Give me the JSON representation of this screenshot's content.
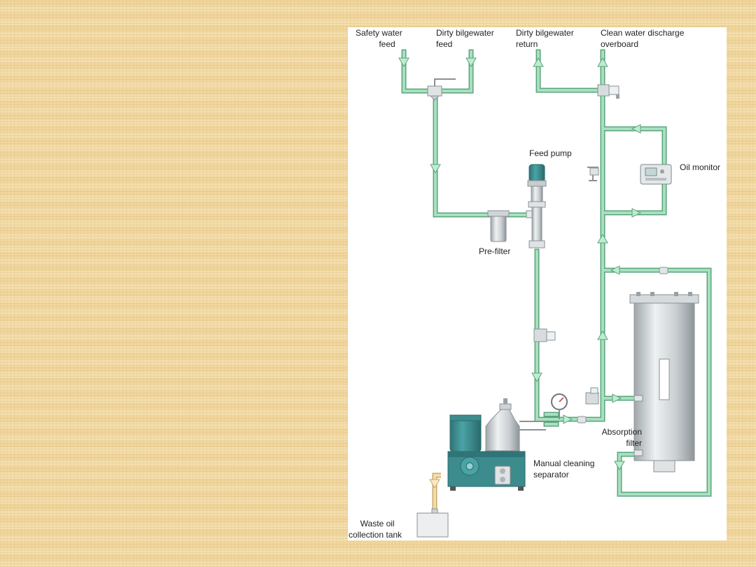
{
  "diagram": {
    "labels": {
      "safety_water_feed": "Safety water\n          feed",
      "dirty_bilgewater_feed": "Dirty bilgewater\nfeed",
      "dirty_bilgewater_return": "Dirty bilgewater\nreturn",
      "clean_water_discharge": "Clean water discharge\noverboard",
      "feed_pump": "Feed pump",
      "oil_monitor": "Oil monitor",
      "pre_filter": "Pre-filter",
      "absorption_filter": "Absorption\nfilter",
      "manual_cleaning_separator": "Manual cleaning\nseparator",
      "waste_oil_collection_tank": "     Waste oil\ncollection tank"
    },
    "colors": {
      "pipe": "#a8e0bf",
      "pipe_edge": "#5aa47c",
      "waste_pipe": "#f5dca8",
      "machine": "#3c8c8e",
      "steel": "#cfd4d6"
    }
  }
}
